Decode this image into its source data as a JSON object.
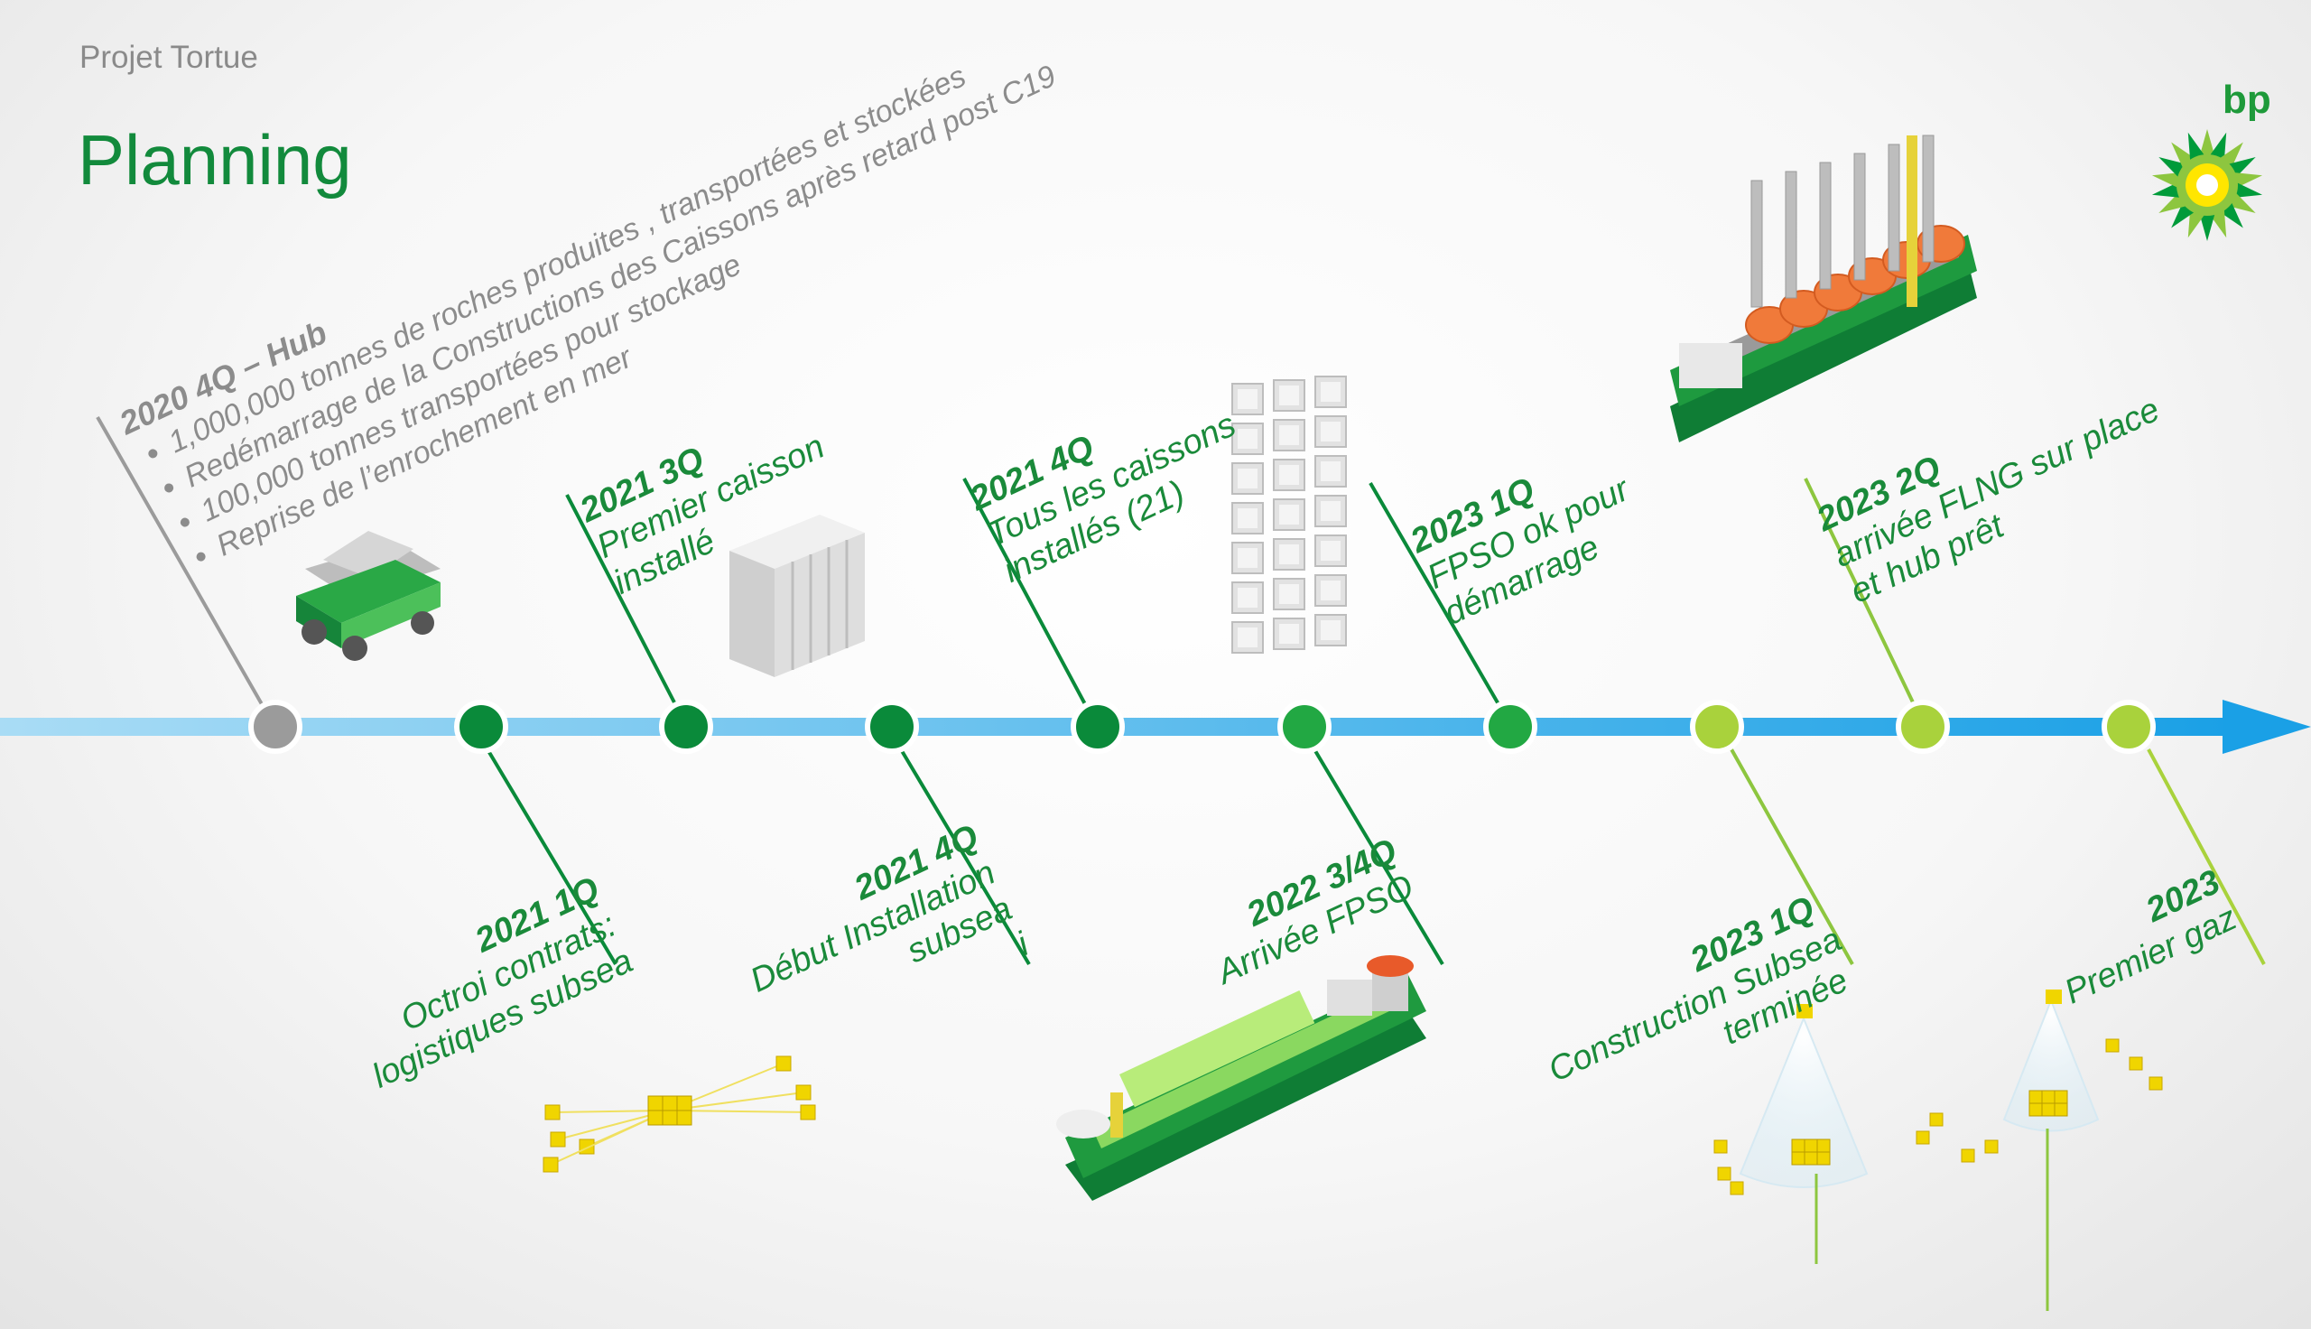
{
  "header": {
    "subtitle": "Projet Tortue",
    "title": "Planning"
  },
  "logo": {
    "text": "bp",
    "colors": [
      "#009b3a",
      "#8dc63f",
      "#ffe600"
    ]
  },
  "colors": {
    "axis_light": "#9ed4f1",
    "axis_dark": "#1aa0e6",
    "grey_node": "#9b9b9b",
    "dark_green": "#0a8a3a",
    "mid_green": "#22a843",
    "lime": "#a9d23c"
  },
  "hub": {
    "period": "2020 4Q – Hub",
    "bullets": [
      "1,000,000 tonnes de roches  produites , transportées  et stockées",
      "Redémarrage de la Constructions des Caissons après retard post C19",
      "100,000 tonnes transportées pour stockage",
      "Reprise de l’enrochement en mer"
    ]
  },
  "milestones_above": [
    {
      "period": "2021 3Q",
      "lines": [
        "Premier caisson",
        "installé"
      ]
    },
    {
      "period": "2021 4Q",
      "lines": [
        "Tous les caissons",
        "installés (21)"
      ]
    },
    {
      "period": "2023 1Q",
      "lines": [
        "FPSO ok pour",
        "démarrage"
      ]
    },
    {
      "period": "2023 2Q",
      "lines": [
        "arrivée FLNG sur place",
        "et hub prêt"
      ]
    }
  ],
  "milestones_below": [
    {
      "period": "2021 1Q",
      "lines": [
        "Octroi  contrats:",
        "logistiques subsea"
      ]
    },
    {
      "period": "2021 4Q",
      "lines": [
        "Début Installation",
        "subsea",
        "i"
      ]
    },
    {
      "period": "2022 3/4Q",
      "lines": [
        "Arrivée FPSO"
      ]
    },
    {
      "period": "2023 1Q",
      "lines": [
        "Construction Subsea",
        "terminée"
      ]
    },
    {
      "period": "2023",
      "lines": [
        "Premier gaz"
      ]
    }
  ]
}
